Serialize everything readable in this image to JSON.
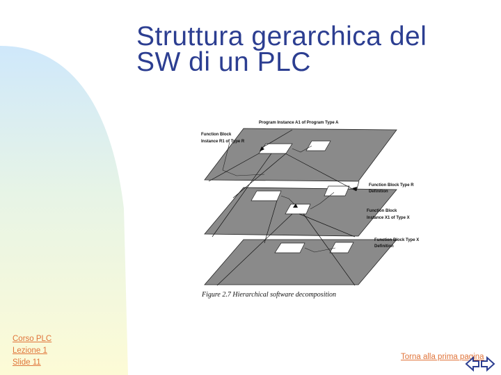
{
  "slide": {
    "title_line1": "Struttura gerarchica del",
    "title_line2": "SW di un PLC"
  },
  "figure": {
    "labels": {
      "top": "Program Instance A1 of Program Type A",
      "fb_instance_r1_line1": "Function Block",
      "fb_instance_r1_line2": "Instance R1 of Type R",
      "fb_type_r_line1": "Function Block Type R",
      "fb_type_r_line2": "Definition",
      "fb_instance_x1_line1": "Function Block",
      "fb_instance_x1_line2": "Instance X1 of Type X",
      "fb_type_x_line1": "Function Block Type X",
      "fb_type_x_line2": "Definition"
    },
    "caption": "Figure 2.7 Hierarchical software decomposition"
  },
  "footer": {
    "course": "Corso PLC",
    "lesson": "Lezione 1",
    "slide": "Slide 11",
    "back_link": "Torna alla prima pagina"
  },
  "icons": {
    "nav": "left-right-arrows-icon"
  },
  "colors": {
    "title": "#2c3e91",
    "link": "#e0743a",
    "plane": "#8a8a8a"
  }
}
